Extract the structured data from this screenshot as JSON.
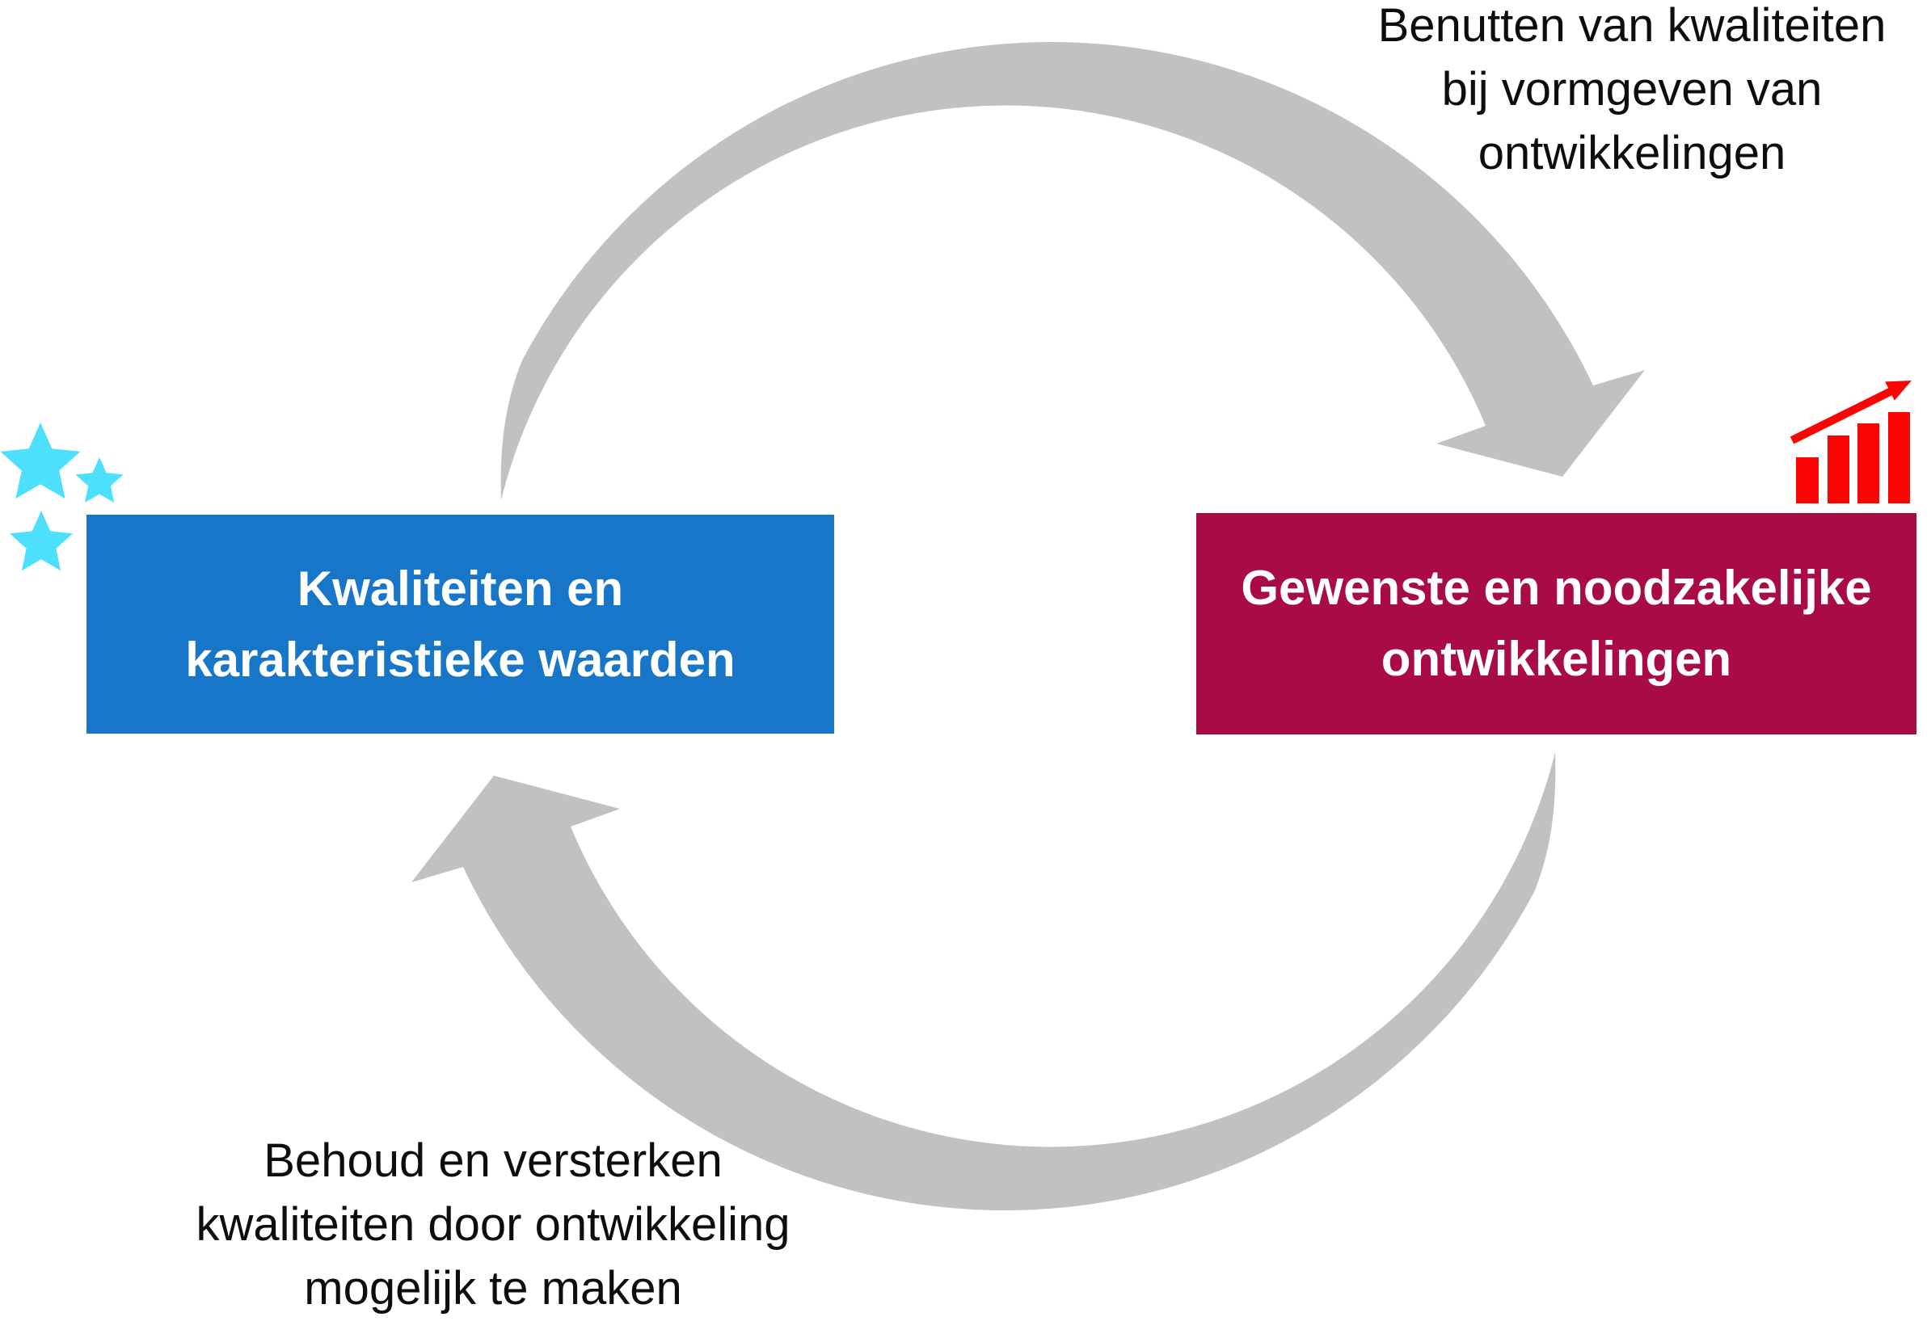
{
  "colors": {
    "blue": "#1776C8",
    "crimson": "#A80B45",
    "gray": "#C1C1C1",
    "cyan": "#4DE0FC",
    "red": "#FB0404",
    "text": "#0D0D0D"
  },
  "top_annotation": {
    "lines": {
      "0": "Benutten van kwaliteiten",
      "1": "bij vormgeven van",
      "2": "ontwikkelingen"
    }
  },
  "bottom_annotation": {
    "lines": {
      "0": "Behoud en versterken",
      "1": "kwaliteiten door ontwikkeling",
      "2": "mogelijk te maken"
    }
  },
  "left_box": {
    "lines": {
      "0": "Kwaliteiten en",
      "1": "karakteristieke waarden"
    }
  },
  "right_box": {
    "lines": {
      "0": "Gewenste en noodzakelijke",
      "1": "ontwikkelingen"
    }
  },
  "icons": {
    "left_box_icon": "stars-icon",
    "right_box_icon": "growth-chart-icon",
    "top_arrow": "cycle-arrow-clockwise-top",
    "bottom_arrow": "cycle-arrow-clockwise-bottom"
  }
}
